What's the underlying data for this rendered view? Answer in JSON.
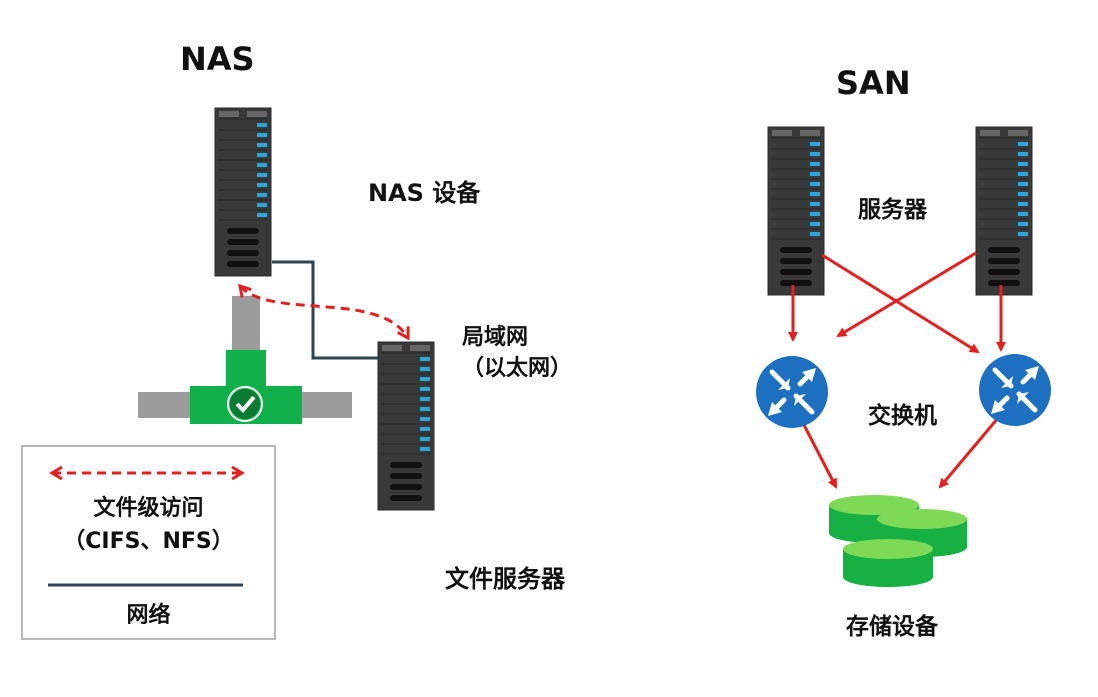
{
  "nas": {
    "title": "NAS",
    "device_label": "NAS 设备",
    "lan_label_1": "局域网",
    "lan_label_2": "（以太网）",
    "file_server_label": "文件服务器"
  },
  "legend": {
    "file_access_label_1": "文件级访问",
    "file_access_label_2": "（CIFS、NFS）",
    "network_label": "网络"
  },
  "san": {
    "title": "SAN",
    "server_label": "服务器",
    "switch_label": "交换机",
    "storage_label": "存储设备"
  },
  "colors": {
    "arrow_red": "#e32020",
    "network_line": "#2f4452",
    "pipe_green": "#12b04a",
    "pipe_grey": "#9c9c9c",
    "router_blue": "#1d6fc0",
    "disk_green": "#17b043",
    "server_body": "#3a3a3a",
    "server_led": "#29a8e0"
  }
}
